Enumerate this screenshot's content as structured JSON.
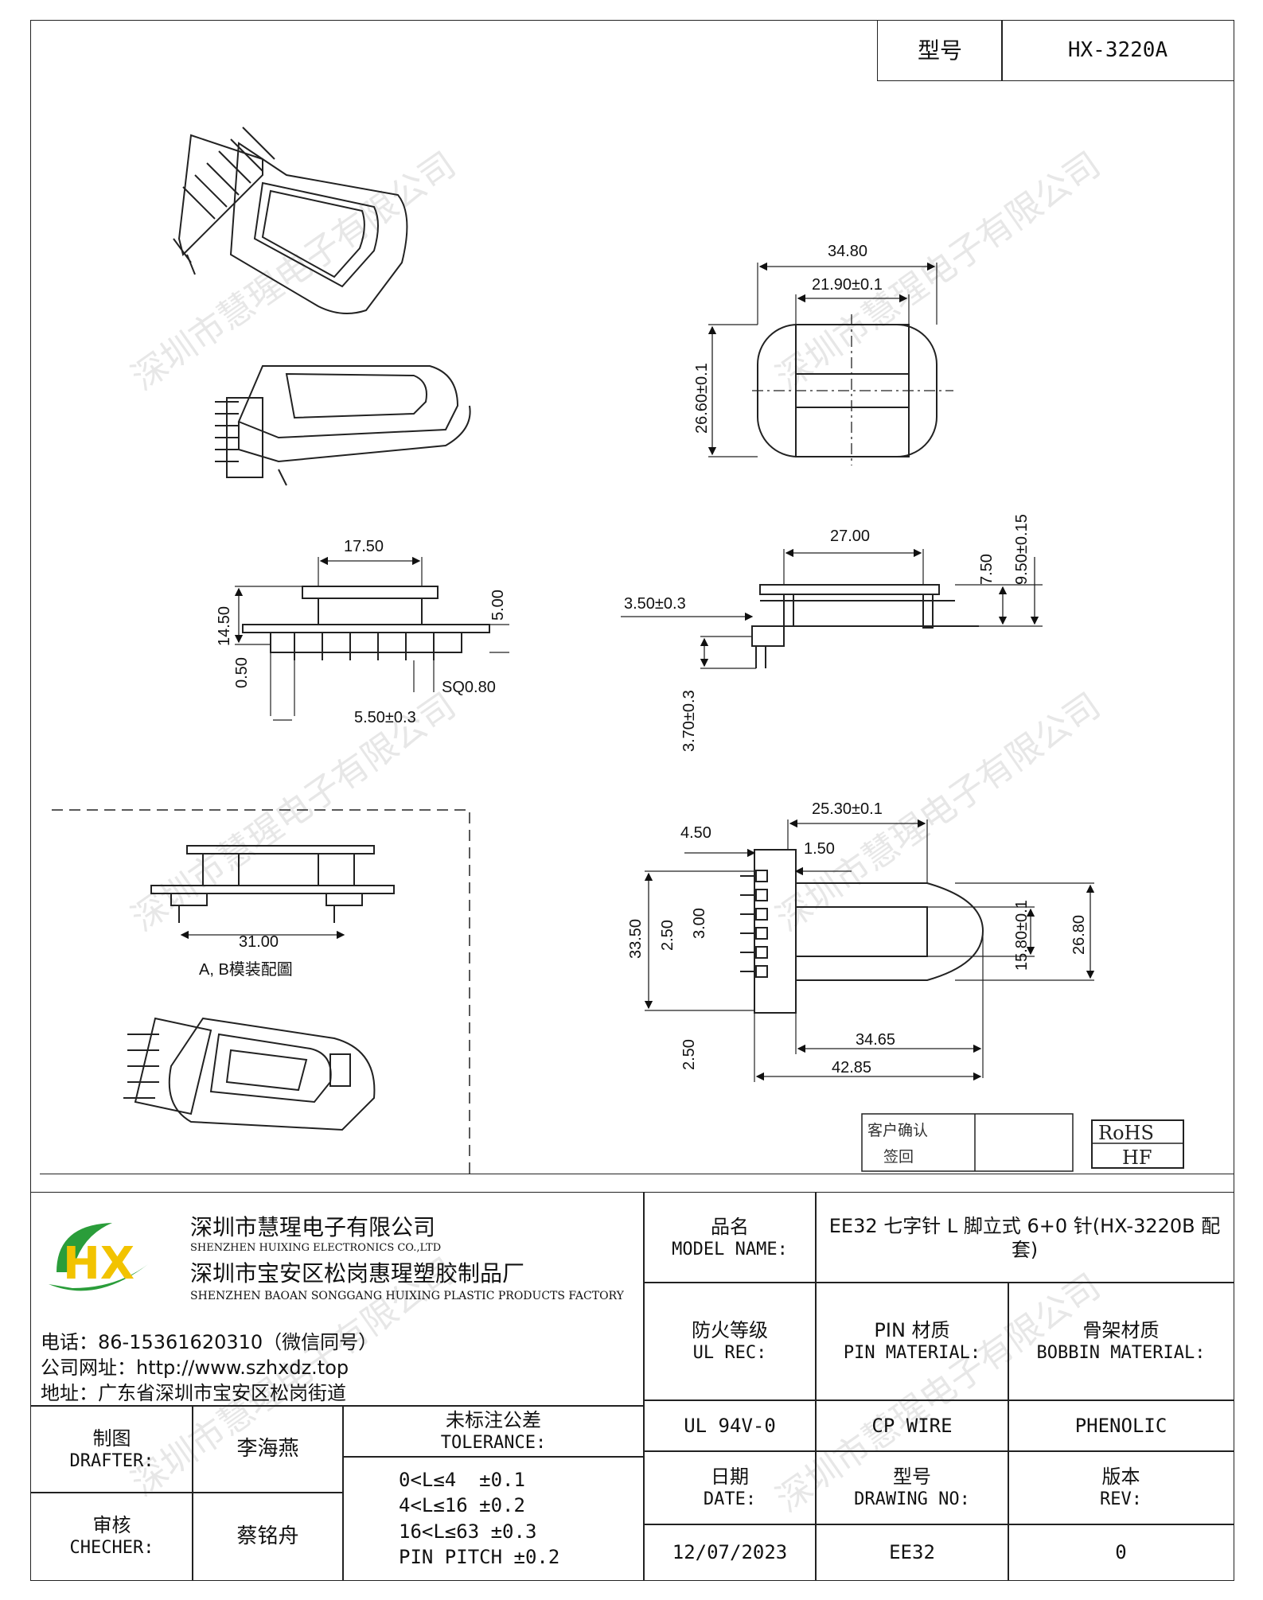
{
  "header": {
    "model_label": "型号",
    "model_value": "HX-3220A"
  },
  "dimensions": {
    "top_view": {
      "width": "34.80",
      "inner": "21.90±0.1",
      "height": "26.60±0.1"
    },
    "front_view": {
      "width": "17.50",
      "h1": "14.50",
      "h2": "0.50",
      "side": "5.00",
      "pitch": "5.50±0.3",
      "pin": "SQ0.80"
    },
    "side_view": {
      "width": "27.00",
      "off": "3.50±0.3",
      "h1": "7.50",
      "h2": "9.50±0.15",
      "pin_len": "3.70±0.3"
    },
    "bottom_view": {
      "w1": "25.30±0.1",
      "w2": "4.50",
      "w3": "1.50",
      "h_total": "33.50",
      "p1": "2.50",
      "p2": "3.00",
      "p3": "2.50",
      "core": "15.80±0.1",
      "outer": "26.80",
      "len1": "34.65",
      "len2": "42.85"
    },
    "assembly": {
      "width": "31.00",
      "caption": "A, B模装配圖"
    }
  },
  "watermark": "深圳市慧瑆电子有限公司",
  "customer_box": {
    "line1": "客户确认",
    "line2": "签回"
  },
  "rohs": {
    "line1": "RoHS",
    "line2": "HF"
  },
  "company": {
    "logo": "HX",
    "name_cn": "深圳市慧瑆电子有限公司",
    "name_en": "SHENZHEN HUIXING ELECTRONICS CO.,LTD",
    "factory_cn": "深圳市宝安区松岗惠瑆塑胶制品厂",
    "factory_en": "SHENZHEN BAOAN SONGGANG HUIXING PLASTIC PRODUCTS FACTORY",
    "phone": "电话：86-15361620310（微信同号）",
    "website": "公司网址：http://www.szhxdz.top",
    "address": "地址：广东省深圳市宝安区松岗街道"
  },
  "title_block": {
    "model_name_cn": "品名",
    "model_name_en": "MODEL NAME:",
    "model_name_value": "EE32 七字针 L 脚立式 6+0 针(HX-3220B 配套)",
    "ul_cn": "防火等级",
    "ul_en": "UL REC:",
    "pin_cn": "PIN 材质",
    "pin_en": "PIN MATERIAL:",
    "bobbin_cn": "骨架材质",
    "bobbin_en": "BOBBIN MATERIAL:",
    "ul_value": "UL 94V-0",
    "pin_value": "CP WIRE",
    "bobbin_value": "PHENOLIC",
    "date_cn": "日期",
    "date_en": "DATE:",
    "drawing_cn": "型号",
    "drawing_en": "DRAWING NO:",
    "rev_cn": "版本",
    "rev_en": "REV:",
    "date_value": "12/07/2023",
    "drawing_value": "EE32",
    "rev_value": "0",
    "drafter_cn": "制图",
    "drafter_en": "DRAFTER:",
    "drafter_value": "李海燕",
    "checker_cn": "审核",
    "checker_en": "CHECHER:",
    "checker_value": "蔡铭舟",
    "tol_cn": "未标注公差",
    "tol_en": "TOLERANCE:",
    "tol_lines": [
      "0<L≤4  ±0.1",
      "4<L≤16 ±0.2",
      "16<L≤63 ±0.3",
      "PIN PITCH ±0.2"
    ]
  }
}
